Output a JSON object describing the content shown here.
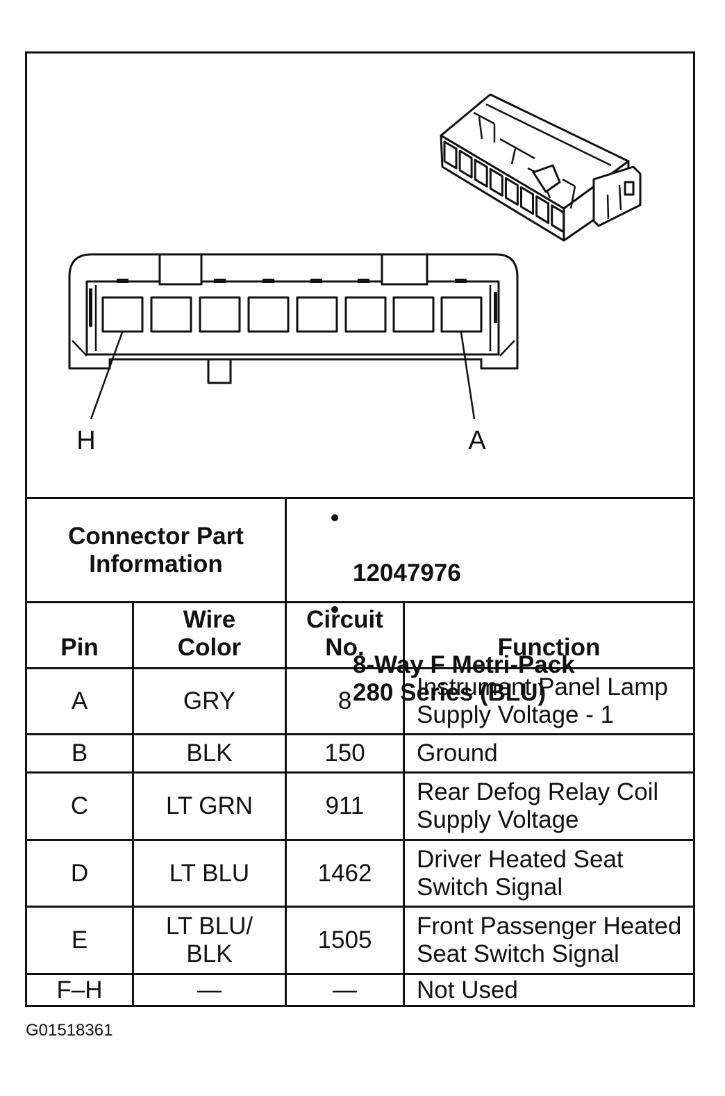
{
  "diagram": {
    "pin_labels": {
      "left": "H",
      "right": "A"
    }
  },
  "connector_info": {
    "label": "Connector Part\nInformation",
    "items": [
      "12047976",
      "8-Way F Metri-Pack\n280 Series (BLU)"
    ]
  },
  "table": {
    "headers": {
      "pin": "Pin",
      "wire_color": "Wire\nColor",
      "circuit_no": "Circuit\nNo.",
      "function": "Function"
    },
    "rows": [
      {
        "pin": "A",
        "wire_color": "GRY",
        "circuit_no": "8",
        "function": "Instrument Panel Lamp\nSupply Voltage - 1"
      },
      {
        "pin": "B",
        "wire_color": "BLK",
        "circuit_no": "150",
        "function": "Ground"
      },
      {
        "pin": "C",
        "wire_color": "LT GRN",
        "circuit_no": "911",
        "function": "Rear Defog Relay Coil\nSupply Voltage"
      },
      {
        "pin": "D",
        "wire_color": "LT BLU",
        "circuit_no": "1462",
        "function": "Driver Heated Seat\nSwitch Signal"
      },
      {
        "pin": "E",
        "wire_color": "LT BLU/\nBLK",
        "circuit_no": "1505",
        "function": "Front Passenger Heated\nSeat Switch Signal"
      },
      {
        "pin": "F–H",
        "wire_color": "—",
        "circuit_no": "—",
        "function": "Not Used"
      }
    ]
  },
  "figure_id": "G01518361"
}
